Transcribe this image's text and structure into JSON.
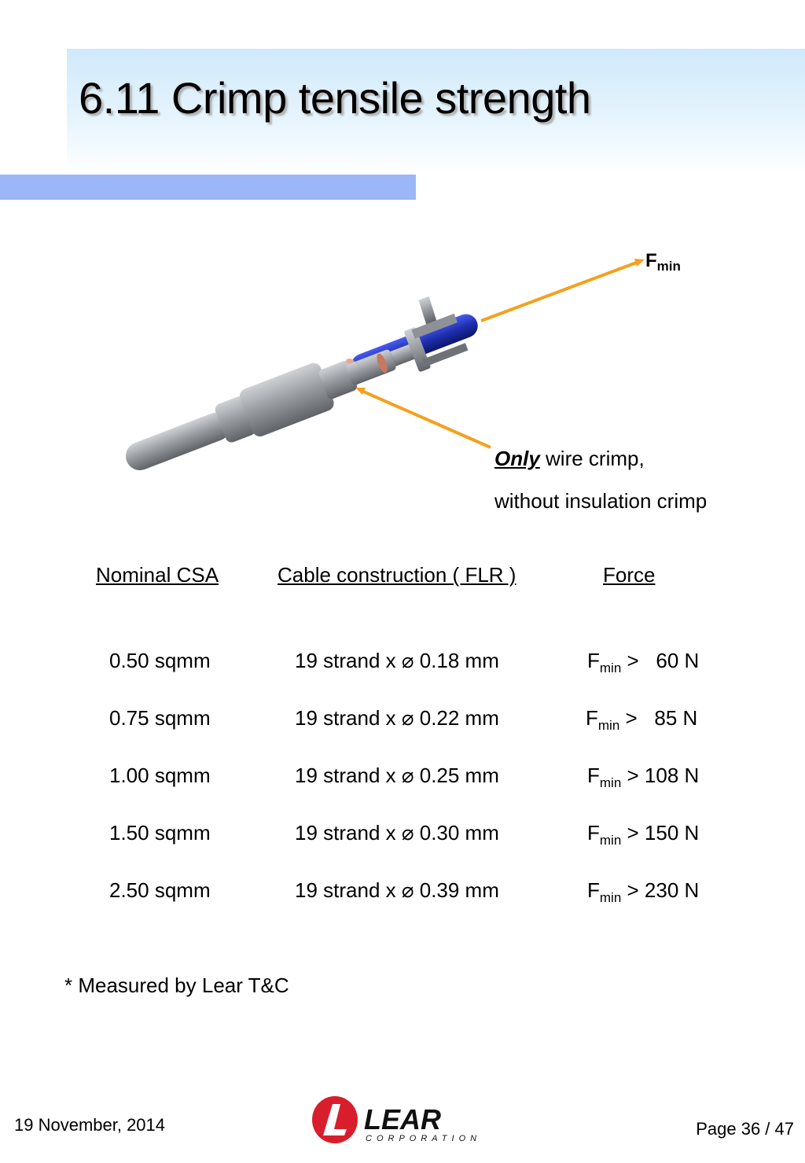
{
  "slide": {
    "title": "6.11 Crimp tensile strength"
  },
  "diagram": {
    "force_label_main": "F",
    "force_label_sub": "min",
    "callout_emphasis": "Only",
    "callout_rest": " wire crimp,",
    "callout_line2": "without insulation crimp"
  },
  "table": {
    "headers": [
      "Nominal CSA",
      "Cable construction ( FLR )",
      "Force"
    ],
    "rows": [
      {
        "csa": "0.50 sqmm",
        "construction": "19 strand x ⌀ 0.18 mm",
        "force_prefix": "F",
        "force_sub": "min",
        "force_value": " >   60 N"
      },
      {
        "csa": "0.75 sqmm",
        "construction": "19 strand x ⌀ 0.22 mm",
        "force_prefix": "F",
        "force_sub": "min",
        "force_value": " >   85 N"
      },
      {
        "csa": "1.00 sqmm",
        "construction": "19 strand x ⌀ 0.25 mm",
        "force_prefix": "F",
        "force_sub": "min",
        "force_value": " > 108 N"
      },
      {
        "csa": "1.50 sqmm",
        "construction": "19 strand x ⌀ 0.30 mm",
        "force_prefix": "F",
        "force_sub": "min",
        "force_value": " > 150 N"
      },
      {
        "csa": "2.50 sqmm",
        "construction": "19 strand x ⌀ 0.39 mm",
        "force_prefix": "F",
        "force_sub": "min",
        "force_value": " > 230 N"
      }
    ]
  },
  "note": "* Measured by Lear T&C",
  "footer": {
    "date": "19 November, 2014",
    "page": "Page 36 / 47",
    "logo_word": "LEAR",
    "logo_tagline": "CORPORATION"
  },
  "colors": {
    "accent_bar": "#9bb7f7",
    "title_band": "#cfe9fb",
    "arrow": "#f5a01e",
    "cable": "#1f2fb0",
    "logo_red": "#d81e2c"
  },
  "icons": [
    "crimp-terminal-illustration",
    "arrow-icon",
    "lear-logo"
  ]
}
